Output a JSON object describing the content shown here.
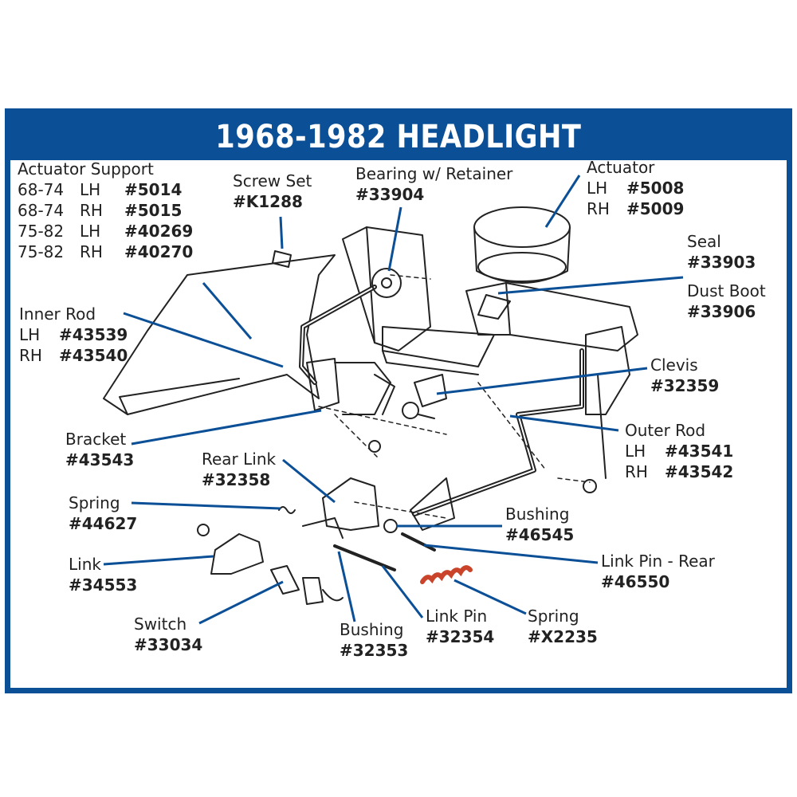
{
  "title": "1968-1982 HEADLIGHT",
  "colors": {
    "frame": "#0b4f96",
    "leader": "#0b4f96",
    "spring_highlight": "#c9442a",
    "line_art": "#222222"
  },
  "actuator_support": {
    "heading": "Actuator Support",
    "rows": [
      {
        "years": "68-74",
        "side": "LH",
        "part": "#5014"
      },
      {
        "years": "68-74",
        "side": "RH",
        "part": "#5015"
      },
      {
        "years": "75-82",
        "side": "LH",
        "part": "#40269"
      },
      {
        "years": "75-82",
        "side": "RH",
        "part": "#40270"
      }
    ]
  },
  "screw_set": {
    "name": "Screw Set",
    "part": "#K1288"
  },
  "bearing": {
    "name": "Bearing w/ Retainer",
    "part": "#33904"
  },
  "actuator": {
    "name": "Actuator",
    "lh_label": "LH",
    "lh_part": "#5008",
    "rh_label": "RH",
    "rh_part": "#5009"
  },
  "seal": {
    "name": "Seal",
    "part": "#33903"
  },
  "dust_boot": {
    "name": "Dust Boot",
    "part": "#33906"
  },
  "inner_rod": {
    "name": "Inner Rod",
    "lh_label": "LH",
    "lh_part": "#43539",
    "rh_label": "RH",
    "rh_part": "#43540"
  },
  "clevis": {
    "name": "Clevis",
    "part": "#32359"
  },
  "outer_rod": {
    "name": "Outer Rod",
    "lh_label": "LH",
    "lh_part": "#43541",
    "rh_label": "RH",
    "rh_part": "#43542"
  },
  "bracket": {
    "name": "Bracket",
    "part": "#43543"
  },
  "rear_link": {
    "name": "Rear Link",
    "part": "#32358"
  },
  "spring_1": {
    "name": "Spring",
    "part": "#44627"
  },
  "bushing_1": {
    "name": "Bushing",
    "part": "#46545"
  },
  "link": {
    "name": "Link",
    "part": "#34553"
  },
  "link_pin_rear": {
    "name": "Link Pin - Rear",
    "part": "#46550"
  },
  "switch": {
    "name": "Switch",
    "part": "#33034"
  },
  "bushing_2": {
    "name": "Bushing",
    "part": "#32353"
  },
  "link_pin": {
    "name": "Link Pin",
    "part": "#32354"
  },
  "spring_2": {
    "name": "Spring",
    "part": "#X2235"
  }
}
